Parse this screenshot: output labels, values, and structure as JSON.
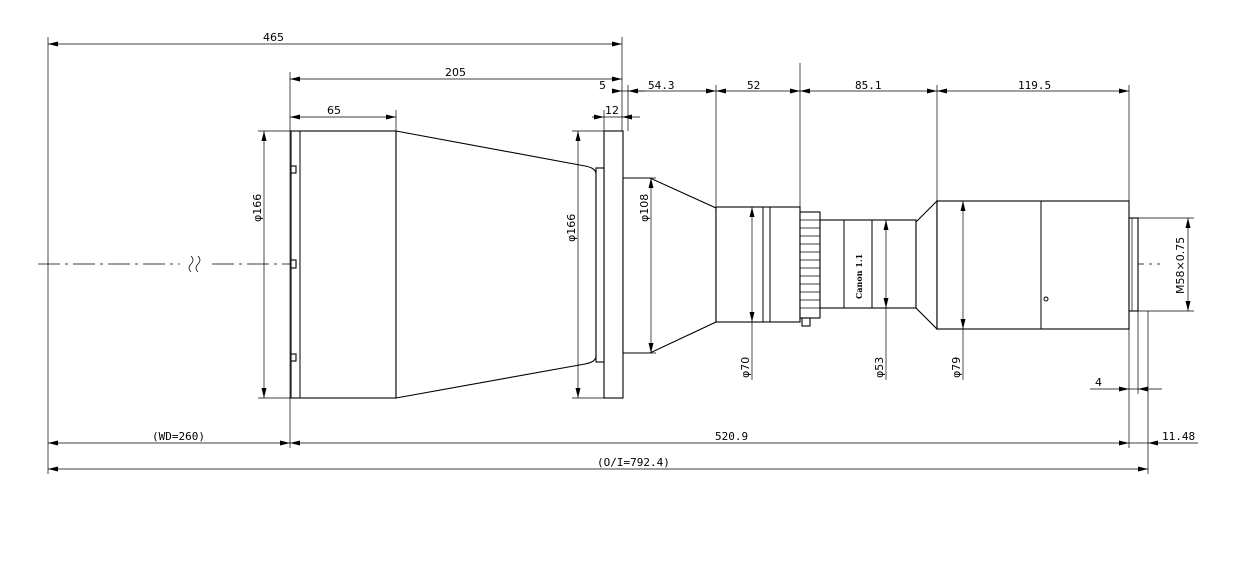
{
  "dimensions": {
    "d465": "465",
    "d205": "205",
    "d5": "5",
    "d65": "65",
    "d12": "12",
    "d54_3": "54.3",
    "d52": "52",
    "d85_1": "85.1",
    "d119_5": "119.5",
    "dia166_front": "φ166",
    "dia166_flange": "φ166",
    "dia108": "φ108",
    "dia70": "φ70",
    "dia53": "φ53",
    "dia79": "φ79",
    "thread": "M58×0.75",
    "d4": "4",
    "wd": "(WD=260)",
    "d520_9": "520.9",
    "d11_48": "11.48",
    "oi": "(O/I=792.4)"
  },
  "marking": "Canon 1.1"
}
